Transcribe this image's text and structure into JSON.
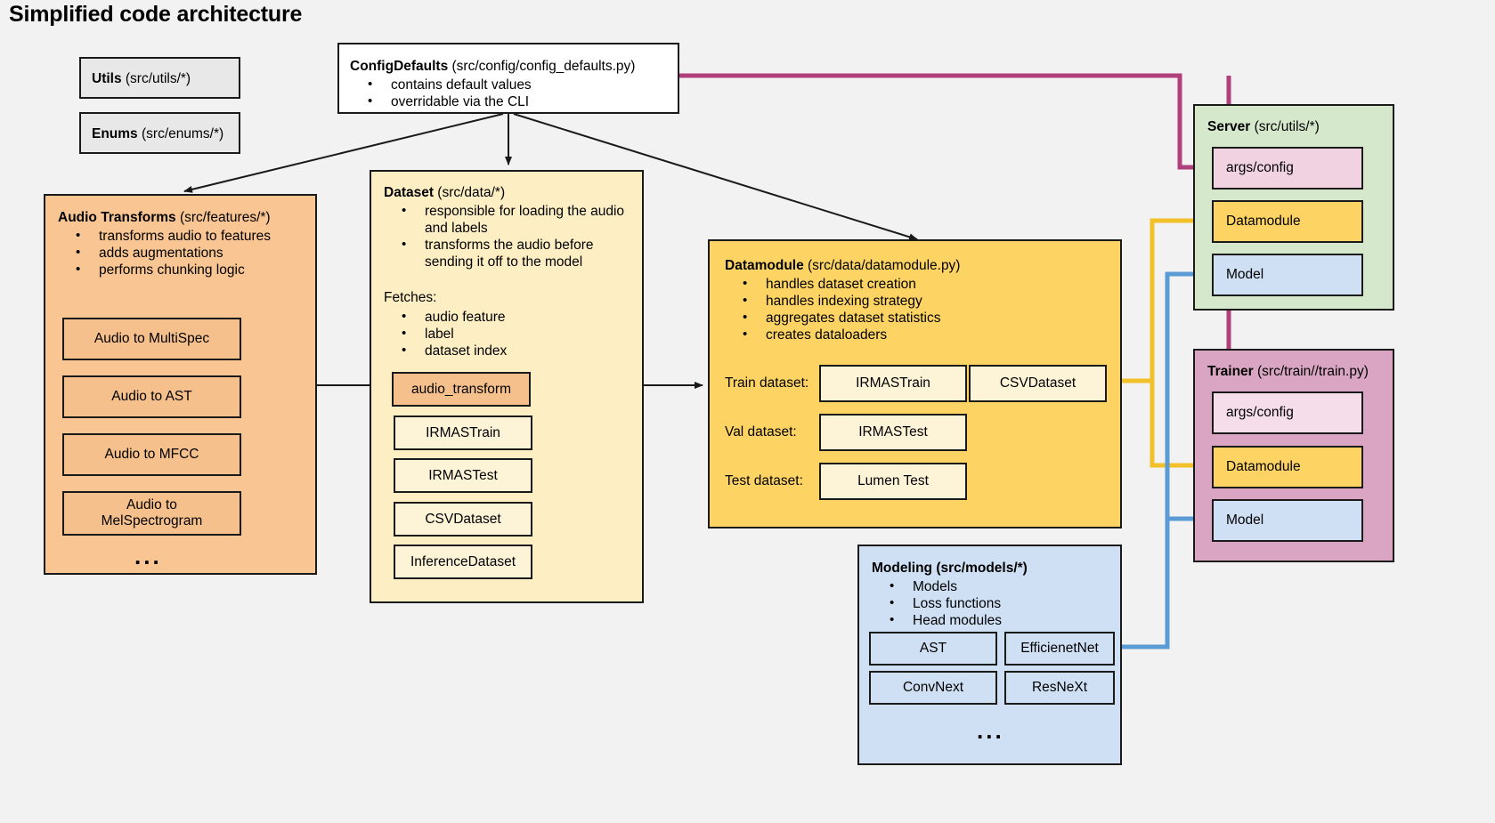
{
  "page": {
    "title": "Simplified code architecture"
  },
  "colors": {
    "background": "#f2f2f2",
    "grey_box": "#e8e8e8",
    "white_box": "#ffffff",
    "orange": "#f8c593",
    "orange_sub": "#f6c08c",
    "cream": "#fdeec4",
    "cream_sub": "#fdf3d7",
    "yellow": "#fdd464",
    "yellow_sub": "#fdf3d7",
    "green": "#d6e8cc",
    "pink": "#f0d2e0",
    "pink_sub": "#f5dde9",
    "purple": "#d9a5c2",
    "blue": "#cfe0f5",
    "wire_magenta": "#b0407c",
    "wire_yellow": "#f2c029",
    "wire_blue": "#5b9bd5",
    "stroke": "#1a1a1a"
  },
  "nodes": {
    "utils": {
      "title_bold": "Utils",
      "title_rest": " (src/utils/*)"
    },
    "enums": {
      "title_bold": "Enums",
      "title_rest": " (src/enums/*)"
    },
    "config_defaults": {
      "title_bold": "ConfigDefaults",
      "title_rest": " (src/config/config_defaults.py)",
      "bullets": [
        "contains default values",
        "overridable via the CLI"
      ]
    },
    "audio_transforms": {
      "title_bold": "Audio Transforms",
      "title_rest": " (src/features/*)",
      "bullets": [
        "transforms audio to features",
        "adds augmentations",
        "performs chunking logic"
      ],
      "items": [
        "Audio to MultiSpec",
        "Audio to AST",
        "Audio to MFCC",
        "Audio to\nMelSpectrogram"
      ],
      "ellipsis": "..."
    },
    "dataset": {
      "title_bold": "Dataset",
      "title_rest": " (src/data/*)",
      "bullets": [
        "responsible for loading the audio and labels",
        "transforms the audio before sending it off to the model"
      ],
      "fetches_label": "Fetches:",
      "fetches": [
        "audio feature",
        "label",
        "dataset index"
      ],
      "items": [
        "audio_transform",
        "IRMASTrain",
        "IRMASTest",
        "CSVDataset",
        "InferenceDataset"
      ]
    },
    "datamodule": {
      "title_bold": "Datamodule",
      "title_rest": " (src/data/datamodule.py)",
      "bullets": [
        "handles dataset creation",
        "handles indexing strategy",
        "aggregates dataset statistics",
        "creates dataloaders"
      ],
      "rows": [
        {
          "label": "Train dataset:",
          "items": [
            "IRMASTrain",
            "CSVDataset"
          ]
        },
        {
          "label": "Val dataset:",
          "items": [
            "IRMASTest"
          ]
        },
        {
          "label": "Test dataset:",
          "items": [
            "Lumen Test"
          ]
        }
      ]
    },
    "modeling": {
      "title_bold": "Modeling (src/models/*)",
      "title_rest": "",
      "bullets": [
        "Models",
        "Loss functions",
        "Head modules"
      ],
      "items": [
        "AST",
        "EfficienetNet",
        "ConvNext",
        "ResNeXt"
      ],
      "ellipsis": "..."
    },
    "server": {
      "title_bold": "Server",
      "title_rest": " (src/utils/*)",
      "items": [
        "args/config",
        "Datamodule",
        "Model"
      ]
    },
    "trainer": {
      "title_bold": "Trainer",
      "title_rest": " (src/train//train.py)",
      "items": [
        "args/config",
        "Datamodule",
        "Model"
      ]
    }
  }
}
